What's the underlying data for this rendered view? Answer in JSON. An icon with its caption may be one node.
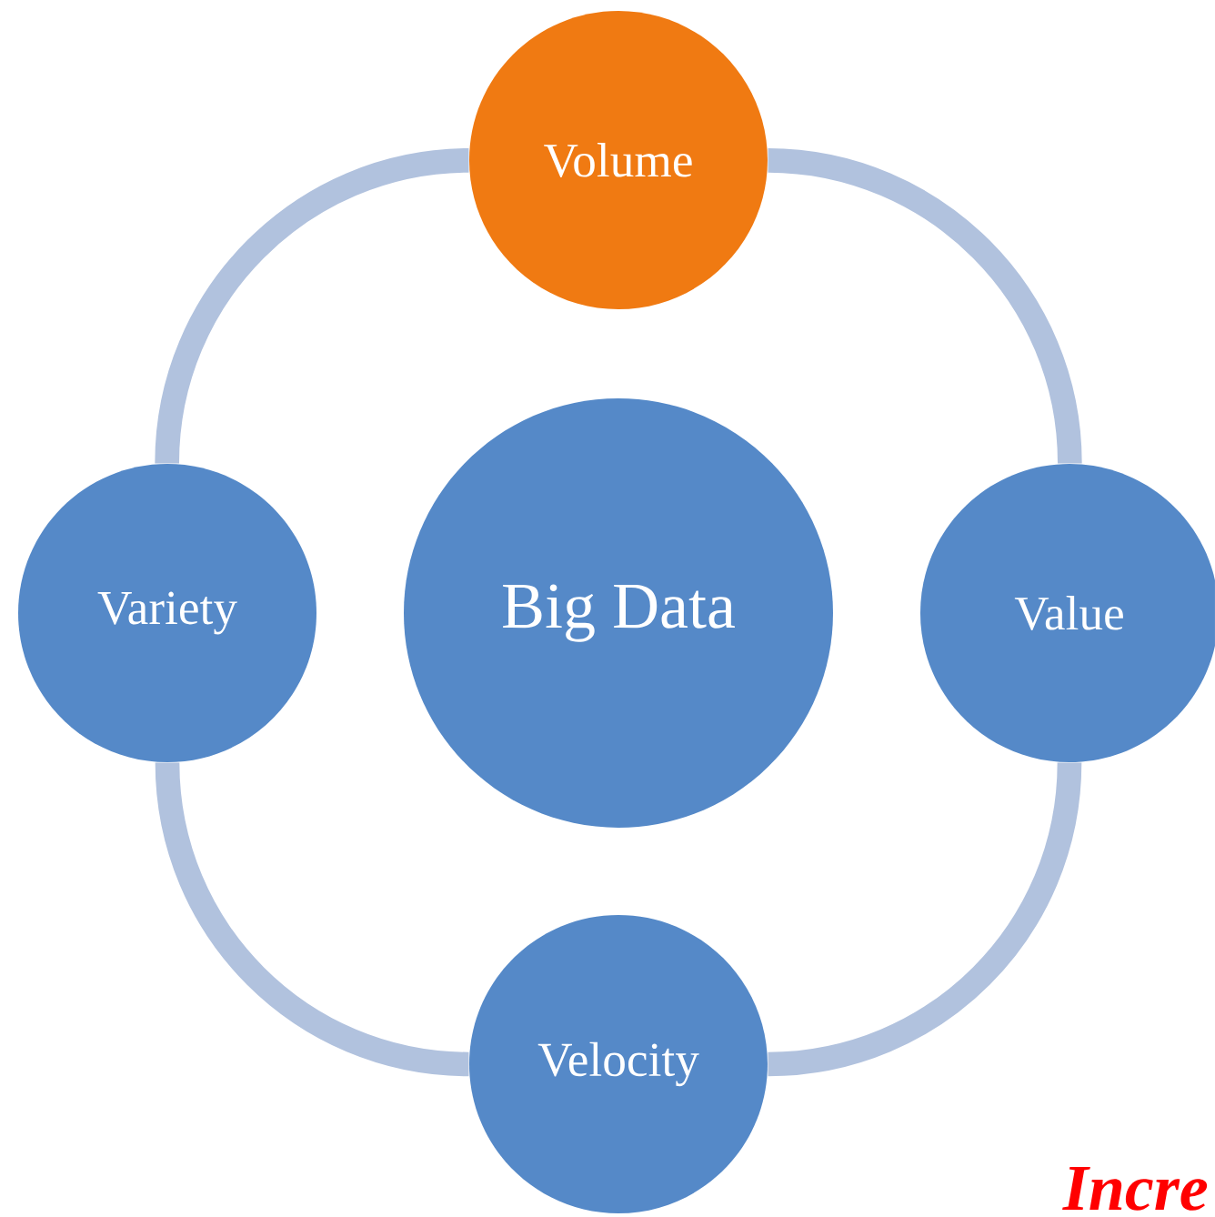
{
  "diagram": {
    "nodes": [
      {
        "text": [
          "Volume"
        ]
      },
      {
        "text": [
          "Variety"
        ]
      },
      {
        "text": [
          "Big Data"
        ]
      },
      {
        "text": [
          "Value"
        ]
      },
      {
        "text": [
          "Velocity"
        ]
      }
    ],
    "edges": [
      {
        "from": 0,
        "to": 3,
        "arrow": "none"
      },
      {
        "from": 3,
        "to": 4,
        "arrow": "none"
      },
      {
        "from": 4,
        "to": 1,
        "arrow": "none"
      },
      {
        "from": 1,
        "to": 0,
        "arrow": "none"
      }
    ],
    "labels": [
      "Incre"
    ]
  }
}
